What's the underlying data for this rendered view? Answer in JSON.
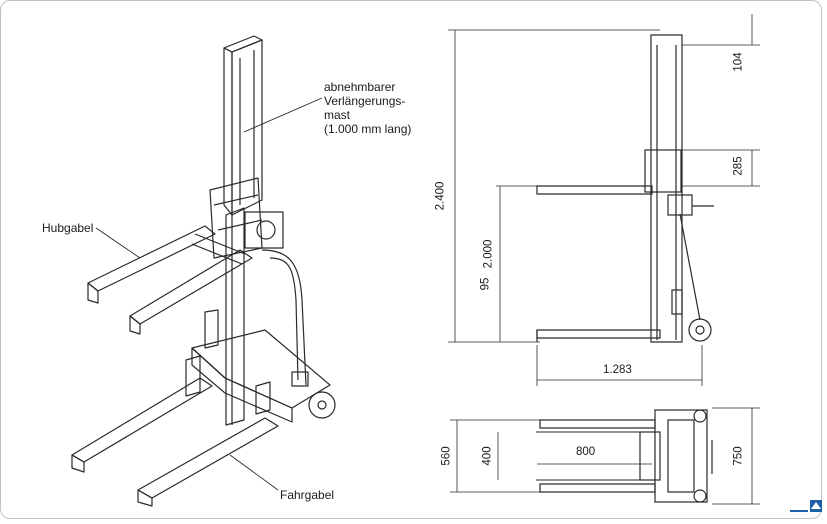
{
  "labels": {
    "mast": [
      "abnehmbarer",
      "Verlängerungs-",
      "mast",
      "(1.000 mm lang)"
    ],
    "hubgabel": "Hubgabel",
    "fahrgabel": "Fahrgabel"
  },
  "dimensions": {
    "total_height": "2.400",
    "lift_height": "2.000",
    "fork_low": "95",
    "top_section": "104",
    "mid_section": "285",
    "length": "1.283",
    "inner_width": "800",
    "fork_width": "560",
    "fork_inner": "400",
    "overall_width": "750"
  },
  "colors": {
    "line": "#2a2a2a",
    "accent": "#1f5fa8",
    "frame": "#bfc3c7"
  },
  "icons": {
    "corner": "up-arrow-icon"
  }
}
